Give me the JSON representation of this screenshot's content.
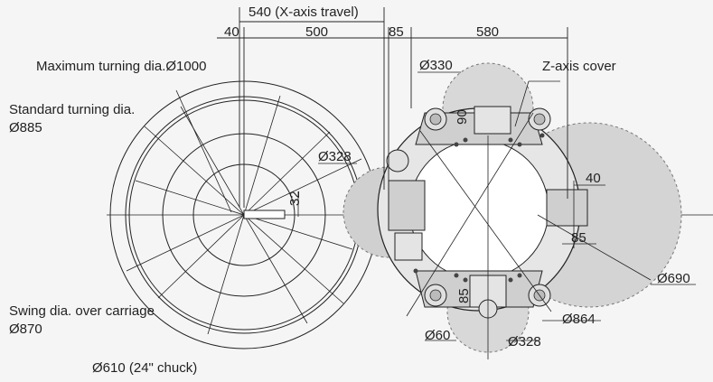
{
  "labels": {
    "x_travel": "540 (X-axis travel)",
    "dim_40_top": "40",
    "dim_500": "500",
    "dim_85_top": "85",
    "dim_580": "580",
    "max_turning_line1": "Maximum turning dia.Ø1000",
    "standard_turning_line1": "Standard turning dia.",
    "standard_turning_line2": "Ø885",
    "d330": "Ø330",
    "z_axis_cover": "Z-axis cover",
    "d328_left": "Ø328",
    "dim_90": "90",
    "dim_32": "32",
    "dim_40_right": "40",
    "dim_85_right": "85",
    "d690": "Ø690",
    "dim_85_bottom": "85",
    "swing_line1": "Swing dia. over carriage",
    "swing_line2": "Ø870",
    "d864": "Ø864",
    "d60": "Ø60",
    "d328_bottom": "Ø328",
    "chuck": "Ø610 (24\" chuck)"
  },
  "colors": {
    "background": "#f5f5f5",
    "line": "#222222",
    "shade": "#c8c8c8",
    "light_shade": "#e2e2e2"
  }
}
